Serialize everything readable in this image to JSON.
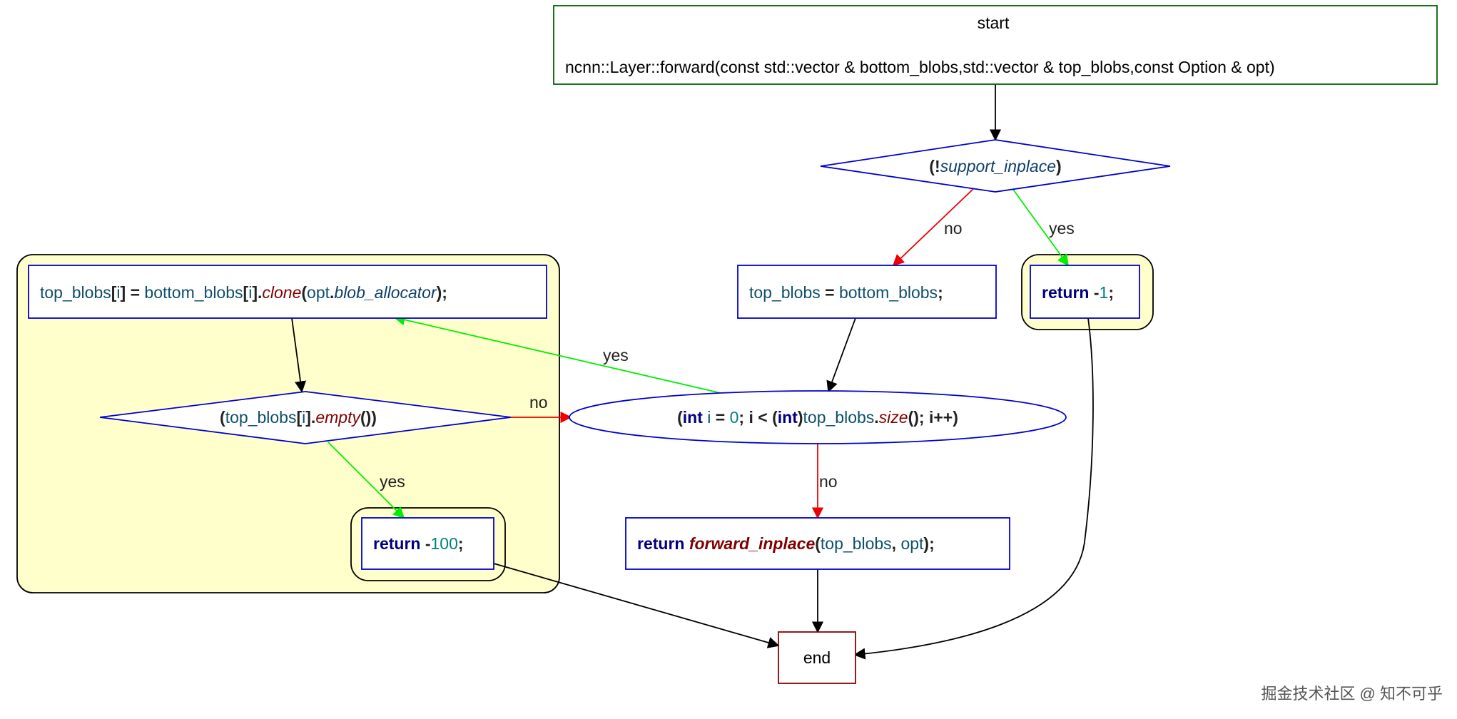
{
  "start_node": {
    "title": "start",
    "signature": "ncnn::Layer::forward(const std::vector & bottom_blobs,std::vector & top_blobs,const Option & opt)"
  },
  "cond_support": {
    "open": "(!",
    "var": "support_inplace",
    "close": ")"
  },
  "return_neg1": {
    "kw": "return",
    "minus": " -",
    "num": "1",
    "semi": ";"
  },
  "assign_node": {
    "lhs": "top_blobs",
    "eq": " = ",
    "rhs": "bottom_blobs",
    "semi": ";"
  },
  "loop_node": {
    "open": "(",
    "kw1": "int",
    "var": " i ",
    "eq": "= ",
    "zero": "0",
    "semi1": "; i ",
    "lt": "< (",
    "kw2": "int",
    "close1": ")",
    "obj": "top_blobs",
    "dot": ".",
    "fn": "size",
    "tail": "(); i++)"
  },
  "clone_node": {
    "lhs": "top_blobs",
    "b1": "[",
    "i1": "i",
    "b2": "] = ",
    "rhs": "bottom_blobs",
    "b3": "[",
    "i2": "i",
    "b4": "].",
    "fn": "clone",
    "p1": "(",
    "arg": "opt",
    "dot": ".",
    "mem": "blob_allocator",
    "p2": ");"
  },
  "cond_empty": {
    "open": "(",
    "obj": "top_blobs",
    "b1": "[",
    "i": "i",
    "b2": "].",
    "fn": "empty",
    "close": "())"
  },
  "return_neg100": {
    "kw": "return",
    "minus": " -",
    "num": "100",
    "semi": ";"
  },
  "return_inplace": {
    "kw": "return",
    "fn": "forward_inplace",
    "p1": "(",
    "a1": "top_blobs",
    "comma": ", ",
    "a2": "opt",
    "p2": ");"
  },
  "end_node": {
    "label": "end"
  },
  "edge_labels": {
    "support_no": "no",
    "support_yes": "yes",
    "loop_yes": "yes",
    "empty_no": "no",
    "empty_yes": "yes",
    "loop_no": "no"
  },
  "watermark": "掘金技术社区 @ 知不可乎",
  "colors": {
    "node_border": "#0000cc",
    "start_border": "#006400",
    "end_border": "#8b0000",
    "cluster_fill": "#ffffcc",
    "edge_yes": "#00ee00",
    "edge_no": "#ee0000",
    "edge_default": "#000000"
  }
}
